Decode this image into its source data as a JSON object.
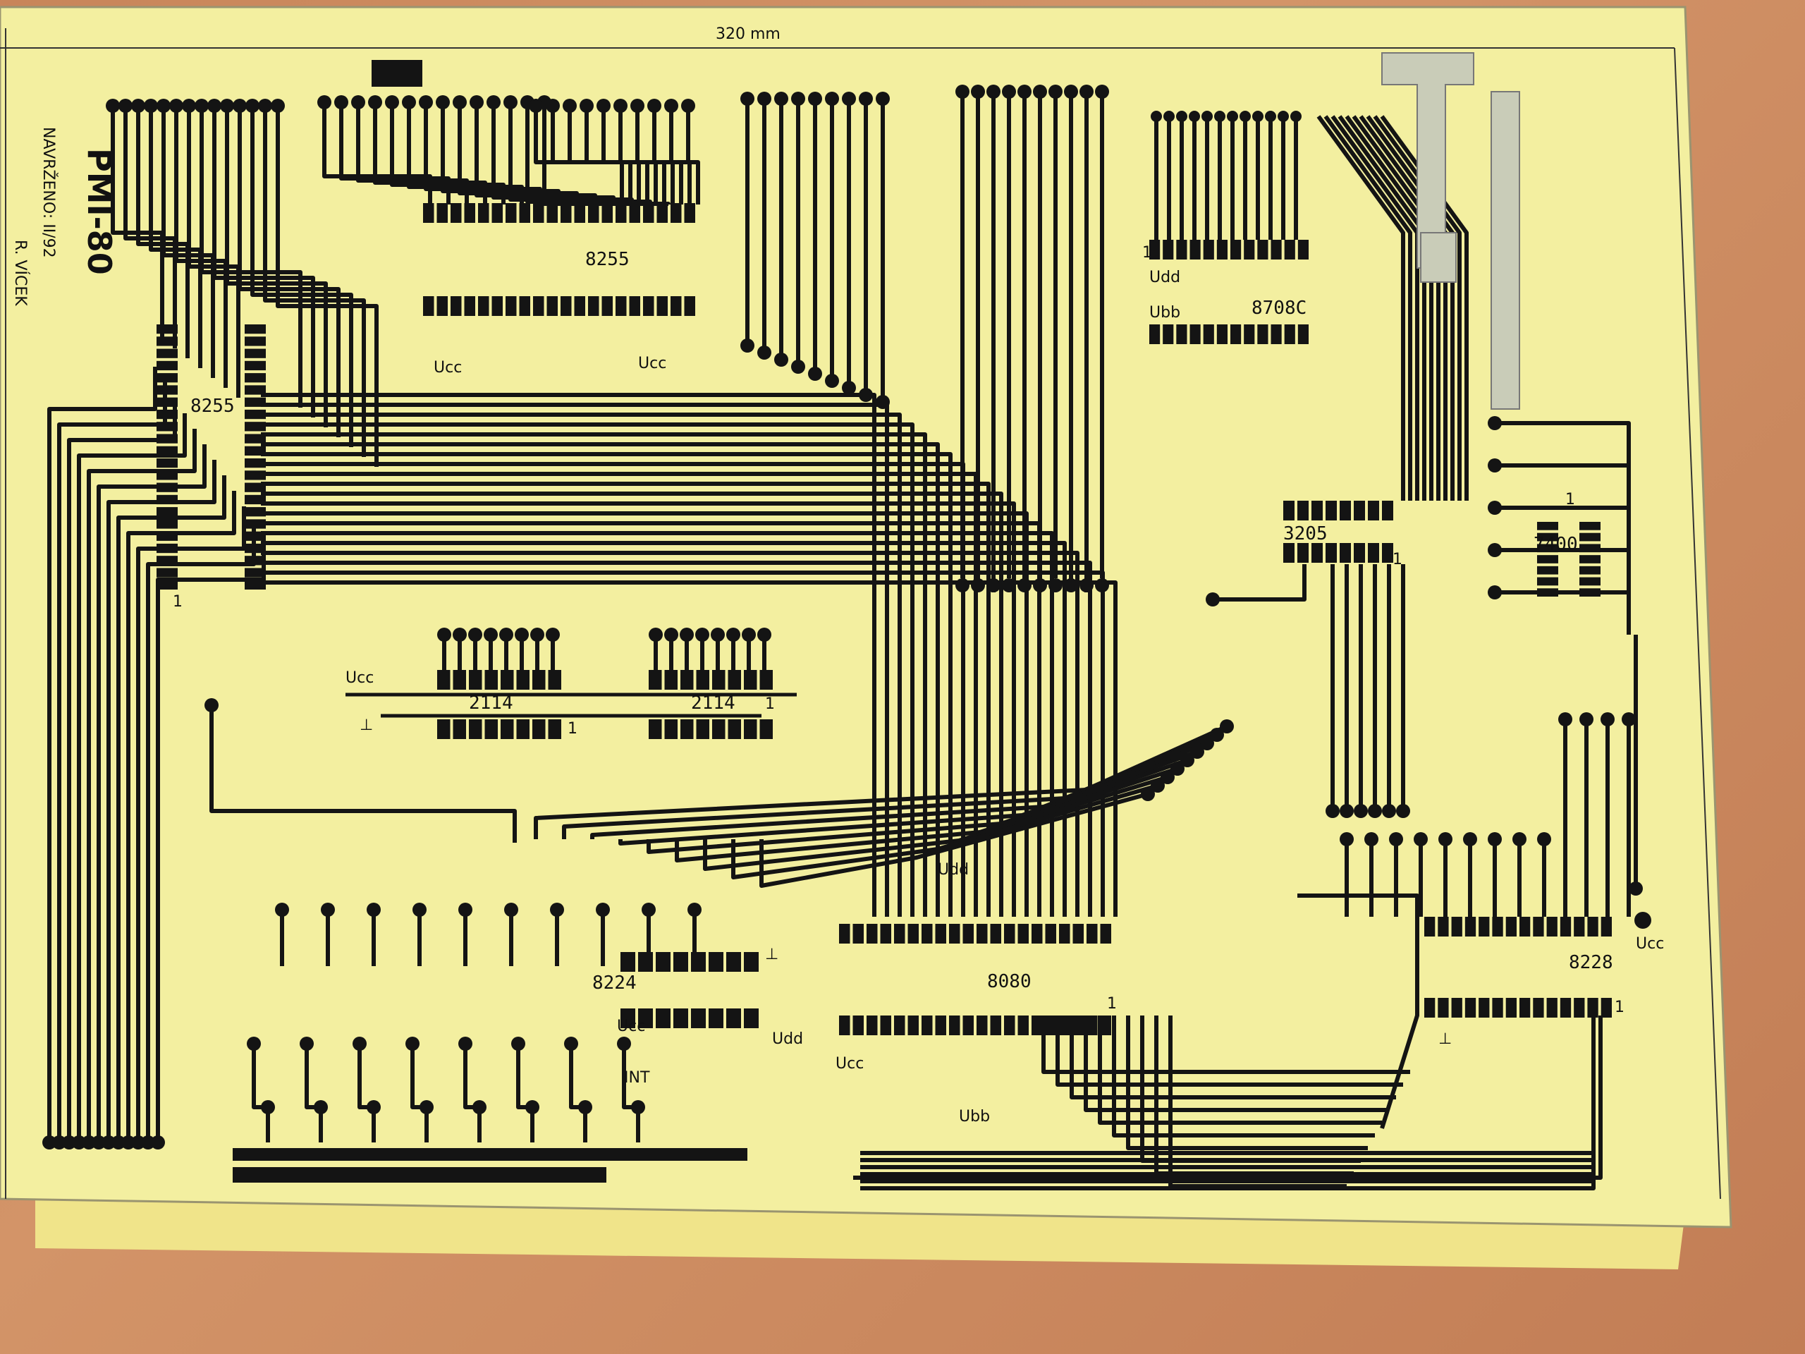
{
  "board": {
    "title": "PMI-80",
    "designed_line": "NAVRŽENO: II/92",
    "author": "R. VÍCEK",
    "dimension": "320 mm"
  },
  "chips": [
    {
      "key": "ppi_top",
      "label": "8255"
    },
    {
      "key": "ppi_left",
      "label": "8255"
    },
    {
      "key": "eprom",
      "label": "8708C"
    },
    {
      "key": "decoder",
      "label": "3205"
    },
    {
      "key": "ram1",
      "label": "2114"
    },
    {
      "key": "ram2",
      "label": "2114"
    },
    {
      "key": "cpu",
      "label": "8080"
    },
    {
      "key": "clock",
      "label": "8224"
    },
    {
      "key": "sysctl",
      "label": "8228"
    },
    {
      "key": "reg",
      "label": "7400"
    }
  ],
  "net_labels": {
    "ucc": "Ucc",
    "udd": "Udd",
    "ubb": "Ubb",
    "gnd": "⊥",
    "int": "INT",
    "pin_one": "1"
  },
  "colors": {
    "paper": "#f3efa0",
    "trace": "#141414",
    "tin": "#cfd2c0",
    "table": "#c8855a"
  }
}
